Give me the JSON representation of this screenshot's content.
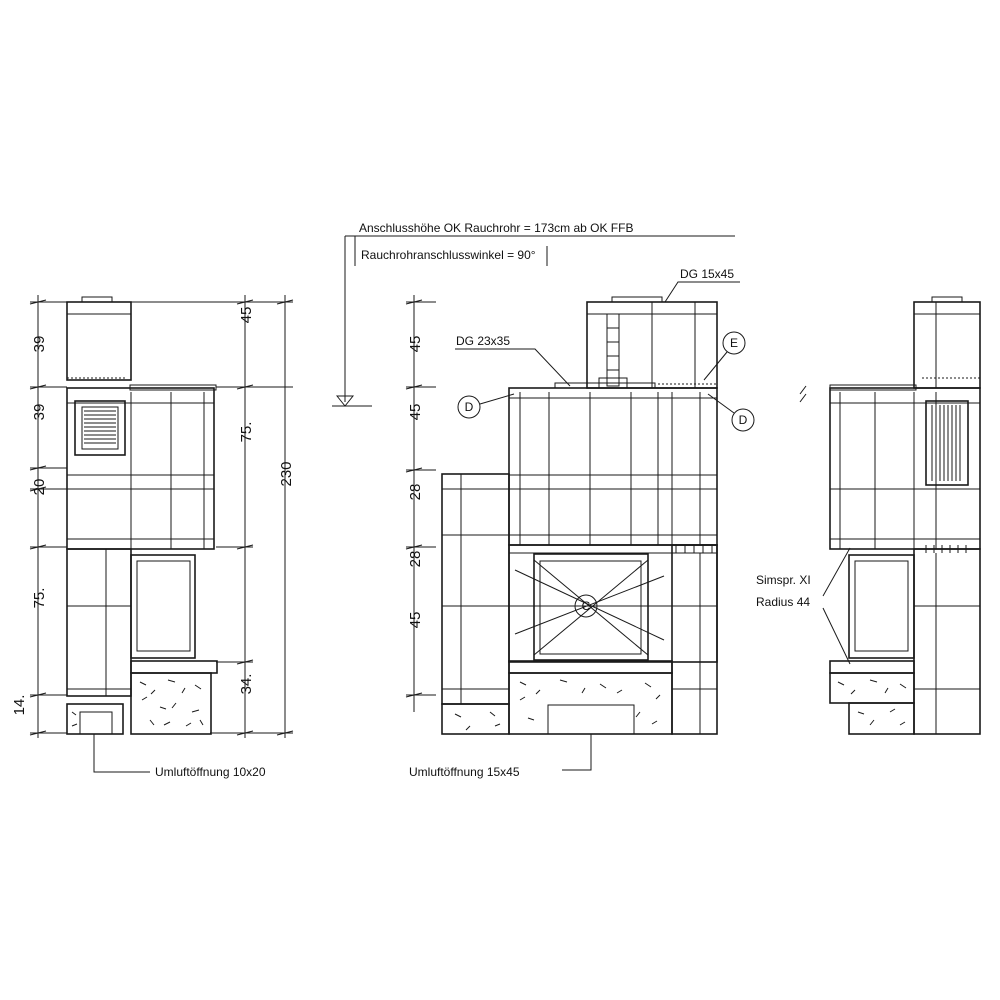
{
  "annotations": {
    "connection_height": "Anschlusshöhe OK Rauchrohr = 173cm ab OK FFB",
    "connection_angle": "Rauchrohranschlusswinkel = 90°",
    "dg_15x45": "DG 15x45",
    "dg_23x35": "DG 23x35",
    "umluft_10x20": "Umluftöffnung 10x20",
    "umluft_15x45": "Umluftöffnung 15x45",
    "simspr": "Simspr. XI",
    "radius": "Radius 44"
  },
  "markers": {
    "c": "C",
    "d": "D",
    "e": "E"
  },
  "dims_left": [
    "39",
    "39",
    "20",
    "75.",
    "14."
  ],
  "dims_left_right": [
    "45",
    "75.",
    "34.",
    "230"
  ],
  "dims_front": [
    "45",
    "45",
    "28",
    "28",
    "45"
  ]
}
